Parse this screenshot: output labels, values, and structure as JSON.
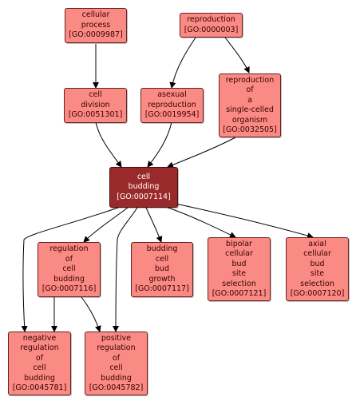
{
  "colors": {
    "node_fill": "#fa8a84",
    "focus_fill": "#9a2a2a",
    "edge": "#000000"
  },
  "nodes": {
    "cellular_process": {
      "lines": [
        "cellular",
        "process"
      ],
      "id": "[GO:0009987]"
    },
    "reproduction": {
      "lines": [
        "reproduction"
      ],
      "id": "[GO:0000003]"
    },
    "cell_division": {
      "lines": [
        "cell",
        "division"
      ],
      "id": "[GO:0051301]"
    },
    "asexual_reproduction": {
      "lines": [
        "asexual",
        "reproduction"
      ],
      "id": "[GO:0019954]"
    },
    "reproduction_single_celled": {
      "lines": [
        "reproduction",
        "of",
        "a",
        "single-celled",
        "organism"
      ],
      "id": "[GO:0032505]"
    },
    "cell_budding": {
      "lines": [
        "cell",
        "budding"
      ],
      "id": "[GO:0007114]"
    },
    "regulation_cell_budding": {
      "lines": [
        "regulation",
        "of",
        "cell",
        "budding"
      ],
      "id": "[GO:0007116]"
    },
    "budding_cell_bud_growth": {
      "lines": [
        "budding",
        "cell",
        "bud",
        "growth"
      ],
      "id": "[GO:0007117]"
    },
    "bipolar_cellular_bud_site_selection": {
      "lines": [
        "bipolar",
        "cellular",
        "bud",
        "site",
        "selection"
      ],
      "id": "[GO:0007121]"
    },
    "axial_cellular_bud_site_selection": {
      "lines": [
        "axial",
        "cellular",
        "bud",
        "site",
        "selection"
      ],
      "id": "[GO:0007120]"
    },
    "negative_regulation_cell_budding": {
      "lines": [
        "negative",
        "regulation",
        "of",
        "cell",
        "budding"
      ],
      "id": "[GO:0045781]"
    },
    "positive_regulation_cell_budding": {
      "lines": [
        "positive",
        "regulation",
        "of",
        "cell",
        "budding"
      ],
      "id": "[GO:0045782]"
    }
  }
}
